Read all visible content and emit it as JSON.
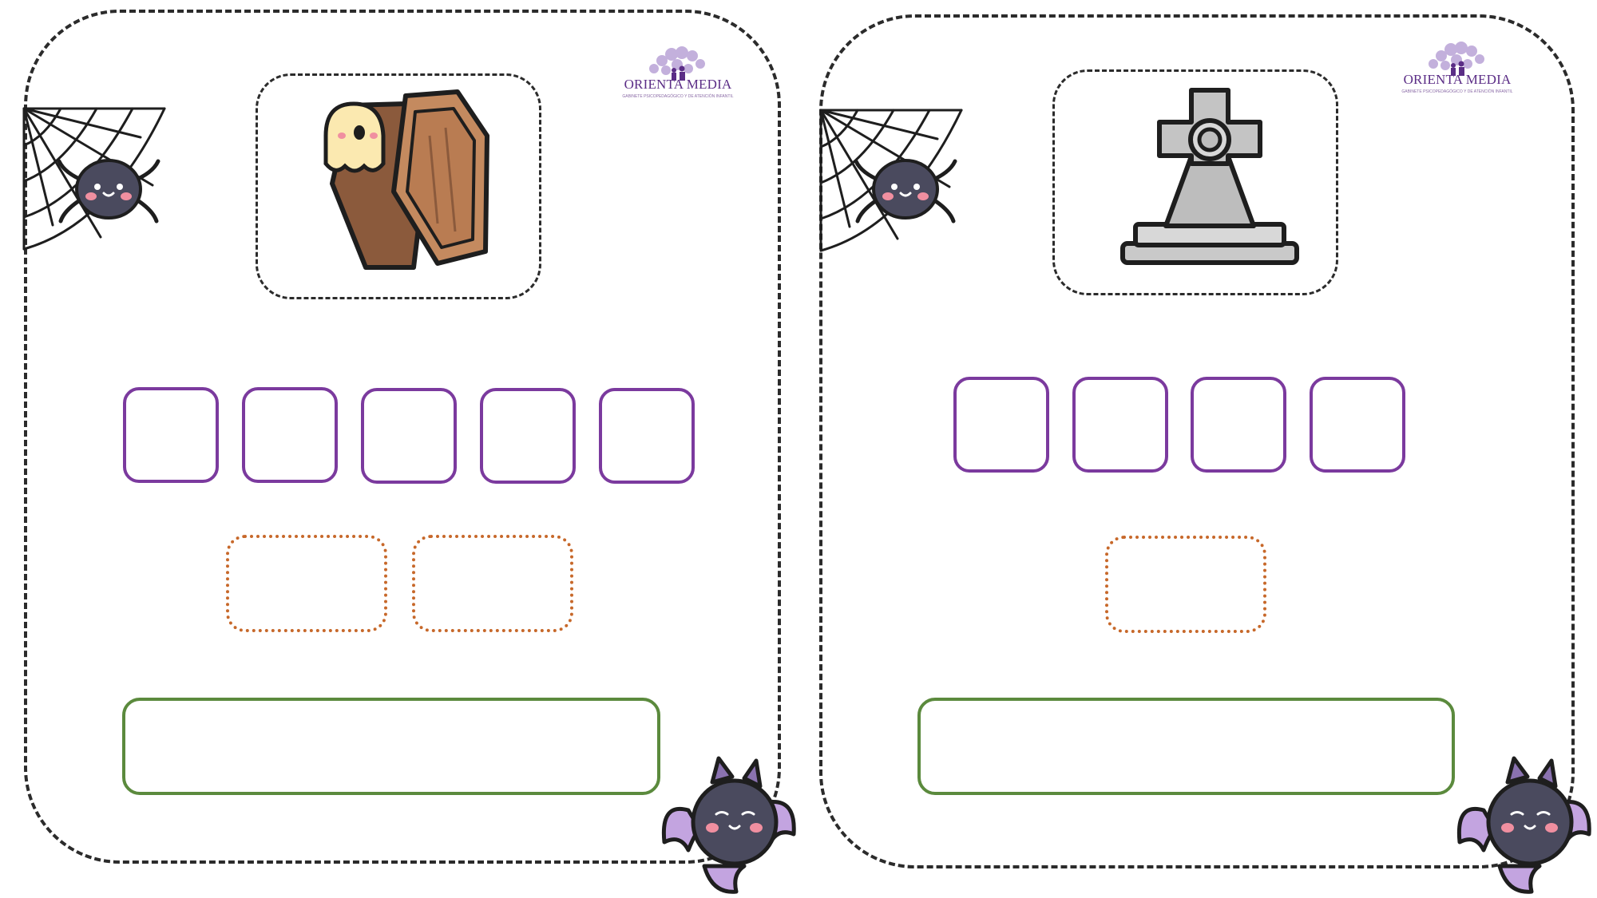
{
  "logo": {
    "brand_left": "ORIENTA",
    "brand_right": "MEDIA",
    "tagline": "GABINETE PSICOPEDAGÓGICO Y DE ATENCIÓN INFANTIL"
  },
  "cards": [
    {
      "picture_icon": "coffin-with-ghost-icon",
      "letter_boxes": 5,
      "syllable_boxes": 2
    },
    {
      "picture_icon": "tombstone-cross-icon",
      "letter_boxes": 4,
      "syllable_boxes": 1
    }
  ],
  "colors": {
    "letter_box_border": "#7b3a9e",
    "syllable_box_border": "#c7682a",
    "word_box_border": "#5b8a3d",
    "card_border": "#2b2b2b"
  }
}
